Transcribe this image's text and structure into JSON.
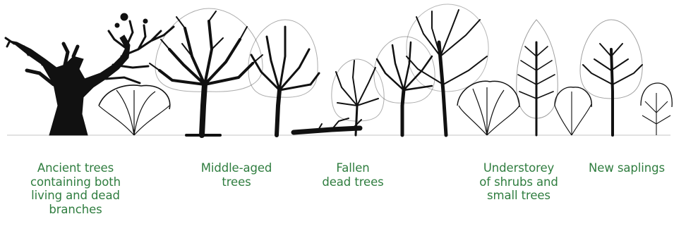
{
  "labels": {
    "ancient": "Ancient trees\ncontaining both\nliving and dead\nbranches",
    "middle_aged": "Middle-aged\ntrees",
    "fallen": "Fallen\ndead trees",
    "understorey": "Understorey\nof shrubs and\nsmall trees",
    "saplings": "New saplings"
  },
  "colors": {
    "label_text": "#2f7d3f",
    "silhouette": "#111111"
  }
}
